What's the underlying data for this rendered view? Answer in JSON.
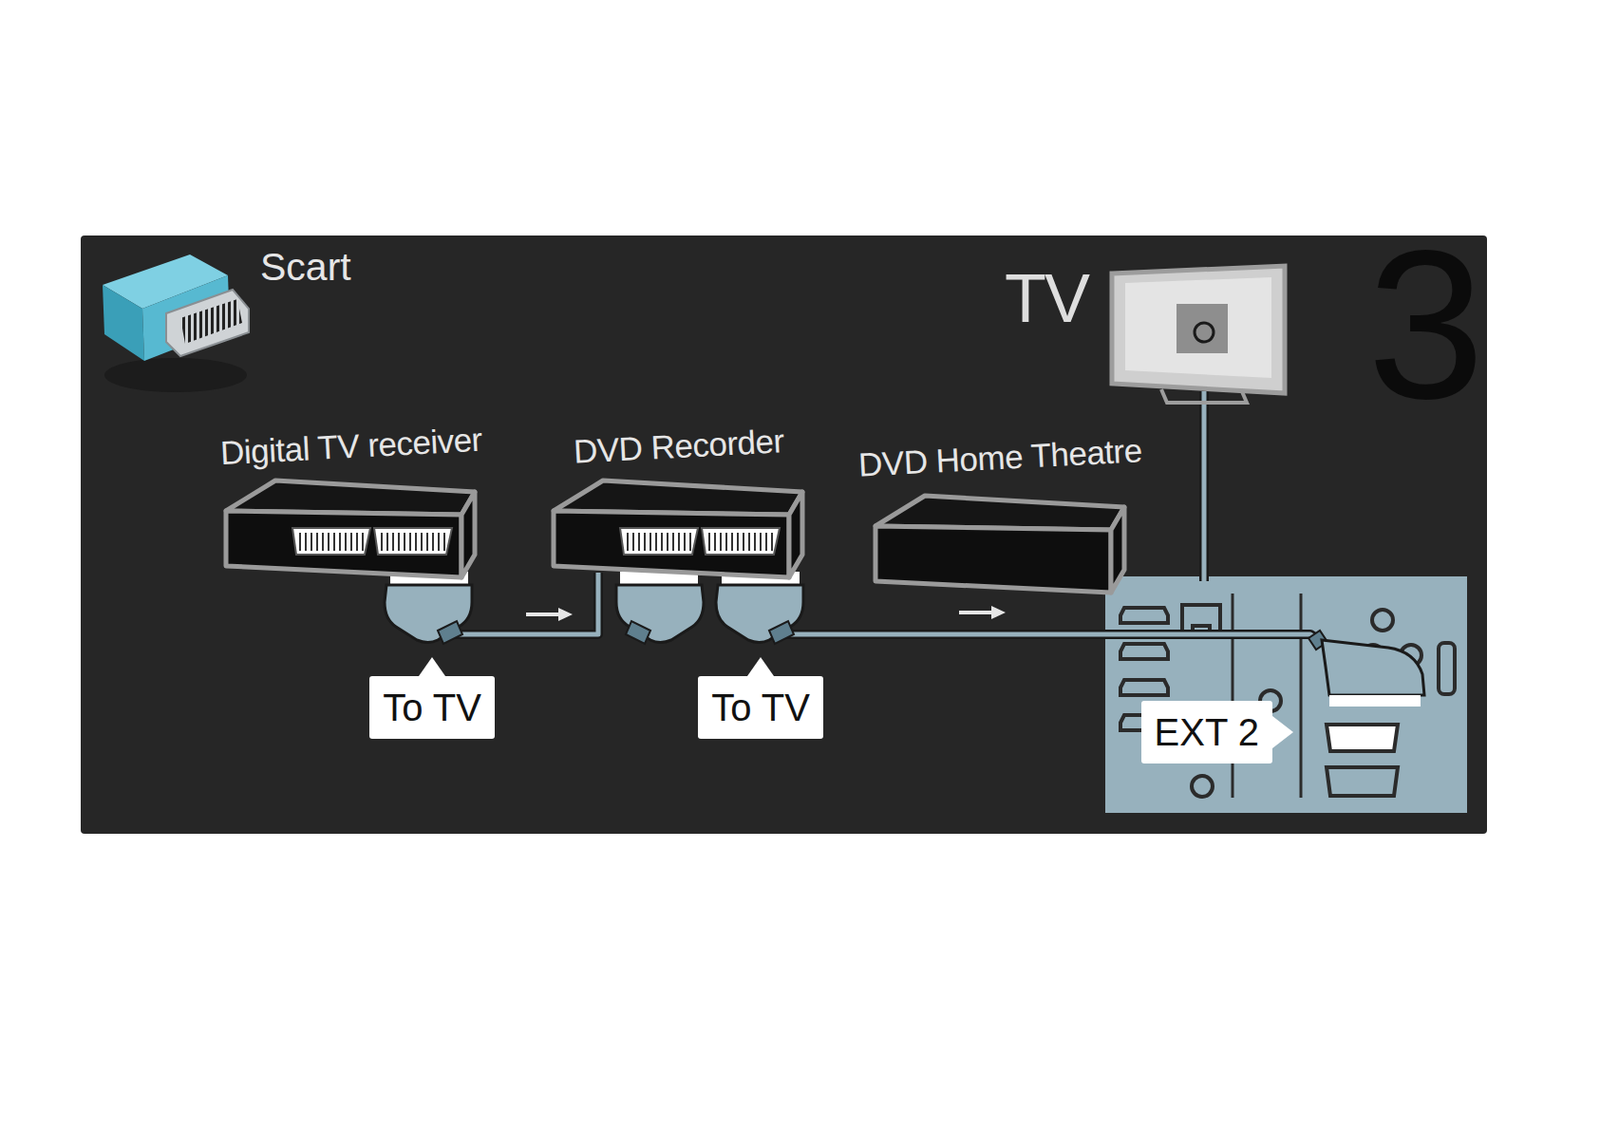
{
  "diagram": {
    "nodes": [
      {
        "text": [
          "Digital TV receiver"
        ]
      },
      {
        "text": [
          "DVD Recorder"
        ]
      },
      {
        "text": [
          "DVD Home Theatre"
        ]
      },
      {
        "text": [
          "TV"
        ]
      }
    ],
    "edges": [
      {
        "from": 0,
        "to": 1,
        "arrow": "to"
      },
      {
        "from": 1,
        "to": 3,
        "arrow": "to"
      }
    ],
    "labels": [
      "Scart",
      "3",
      "To TV",
      "To TV",
      "EXT 2"
    ]
  }
}
